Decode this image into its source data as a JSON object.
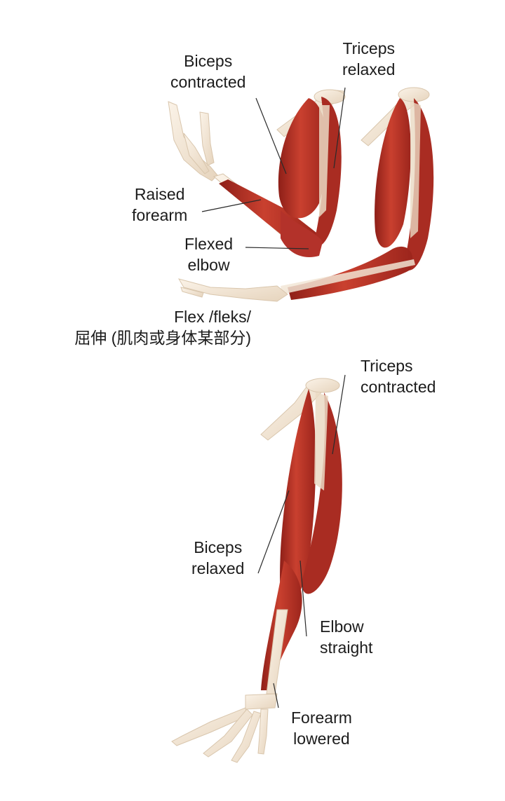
{
  "diagram_1": {
    "labels": {
      "biceps_contracted": [
        "Biceps",
        "contracted"
      ],
      "triceps_relaxed": [
        "Triceps",
        "relaxed"
      ],
      "raised_forearm": [
        "Raised",
        "forearm"
      ],
      "flexed_elbow": [
        "Flexed",
        "elbow"
      ]
    },
    "caption": [
      "Flex /fleks/",
      "屈伸 (肌肉或身体某部分)"
    ]
  },
  "diagram_2": {
    "labels": {
      "triceps_contracted": [
        "Triceps",
        "contracted"
      ],
      "biceps_relaxed": [
        "Biceps",
        "relaxed"
      ],
      "elbow_straight": [
        "Elbow",
        "straight"
      ],
      "forearm_lowered": [
        "Forearm",
        "lowered"
      ]
    }
  },
  "colors": {
    "muscle": "#c0352b",
    "muscle_dark": "#8e1f18",
    "bone": "#f2e6d6",
    "leader_line": "#2a2a2a"
  }
}
